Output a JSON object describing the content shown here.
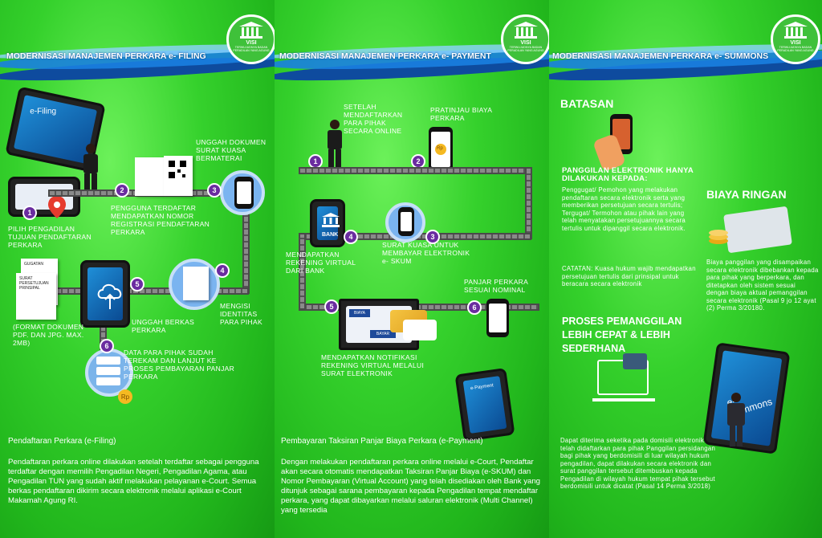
{
  "panel1": {
    "header": "MODERNISASI MANAJEMEN PERKARA e- FILING",
    "screen_text": "e-Filing",
    "doc_gugatan": "GUGATAN",
    "doc_surat": "SURAT PERSETUJUAN PRINSIPAL",
    "steps": [
      {
        "n": "1",
        "label": "PILIH PENGADILAN TUJUAN PENDAFTARAN PERKARA"
      },
      {
        "n": "2",
        "label": "PENGGUNA TERDAFTAR MENDAPATKAN NOMOR REGISTRASI PENDAFTARAN PERKARA"
      },
      {
        "n": "3",
        "label": "UNGGAH DOKUMEN SURAT KUASA BERMATERAI"
      },
      {
        "n": "4",
        "label": "MENGISI IDENTITAS PARA PIHAK"
      },
      {
        "n": "5",
        "label": "UNGGAH BERKAS PERKARA"
      },
      {
        "n": "6",
        "label": "DATA PARA PIHAK SUDAH TEREKAM DAN LANJUT KE PROSES PEMBAYARAN PANJAR PERKARA"
      }
    ],
    "format_note": "(FORMAT DOKUMEN PDF. DAN JPG. MAX. 2MB)",
    "caption": "Pendaftaran Perkara (e-Filing)",
    "paragraph": "Pendaftaran perkara online dilakukan setelah terdaftar sebagai pengguna terdaftar dengan memilih Pengadilan Negeri, Pengadilan Agama, atau Pengadilan TUN yang sudah aktif melakukan pelayanan e-Court. Semua berkas pendaftaran dikirim secara elektronik melalui aplikasi e-Court Makamah Agung RI."
  },
  "panel2": {
    "header": "MODERNISASI MANAJEMEN PERKARA e- PAYMENT",
    "bank_label": "BANK",
    "biaya_label": "BIAYA",
    "bayar_label": "BAYAR",
    "rp": "Rp",
    "payment_screen": "e-Payment",
    "steps": [
      {
        "n": "1",
        "label": "SETELAH MENDAFTARKAN PARA PIHAK SECARA ONLINE"
      },
      {
        "n": "2",
        "label": "PRATINJAU BIAYA PERKARA"
      },
      {
        "n": "3",
        "label": "SURAT KUASA UNTUK MEMBAYAR ELEKTRONIK e- SKUM"
      },
      {
        "n": "4",
        "label": "MENDAPATKAN REKENING VIRTUAL DARI BANK"
      },
      {
        "n": "5",
        "label": "MENDAPATKAN NOTIFIKASI REKENING VIRTUAL MELALUI SURAT ELEKTRONIK"
      },
      {
        "n": "6",
        "label": "PANJAR PERKARA SESUAI NOMINAL"
      }
    ],
    "caption": "Pembayaran Taksiran Panjar Biaya Perkara (e-Payment)",
    "paragraph": "Dengan melakukan pendaftaran perkara online melalui e-Court, Pendaftar akan secara otomatis mendapatkan Taksiran Panjar Biaya (e-SKUM) dan Nomor Pembayaran (Virtual Account) yang telah disediakan oleh Bank yang ditunjuk sebagai sarana pembayaran kepada Pengadilan tempat mendaftar perkara, yang dapat dibayarkan melalui saluran elektronik (Multi Channel) yang tersedia"
  },
  "panel3": {
    "header": "MODERNISASI MANAJEMEN PERKARA e- SUMMONS",
    "batasan": "BATASAN",
    "panggilan_title": "PANGGILAN ELEKTRONIK HANYA DILAKUKAN KEPADA:",
    "panggilan_body": "Penggugat/ Pemohon yang melakukan pendaftaran secara elektronik serta yang memberikan persetujuan secara tertulis; Tergugat/ Termohon atau pihak lain yang telah menyatakan persetujuannya secara tertulis untuk dipanggil secara elektronik.",
    "catatan": "CATATAN: Kuasa hukum wajib mendapatkan persetujuan tertulis dari prinsipal untuk beracara secara elektronik",
    "biaya_title": "BIAYA RINGAN",
    "biaya_body": "Biaya panggilan yang disampaikan secara elektronik dibebankan kepada para pihak yang berperkara, dan ditetapkan oleh sistem sesuai dengan biaya aktual pemanggilan secara elektronik (Pasal 9 jo 12 ayat (2) Perma 3/20180.",
    "proses_title": "PROSES PEMANGGILAN LEBIH CEPAT & LEBIH SEDERHANA",
    "proses_body": "Dapat diterima seketika pada domisili elektronik yang telah didaftarkan para pihak Panggilan persidangan bagi pihak yang berdomisili di luar wilayah hukum pengadilan, dapat dilakukan secara elektronik dan surat panggilan tersebut ditembuskan kepada Pengadilan di wilayah hukum tempat pihak tersebut berdomisili untuk dicatat (Pasal 14 Perma 3/2018)",
    "summons_screen": "e-Summons"
  },
  "visi": {
    "title": "VISI",
    "text": "TERWUJUDNYA BADAN PERADILAN YANG AGUNG"
  },
  "colors": {
    "green": "#2bd12b",
    "blue": "#1a7fe0",
    "purple": "#6a2ca0"
  }
}
